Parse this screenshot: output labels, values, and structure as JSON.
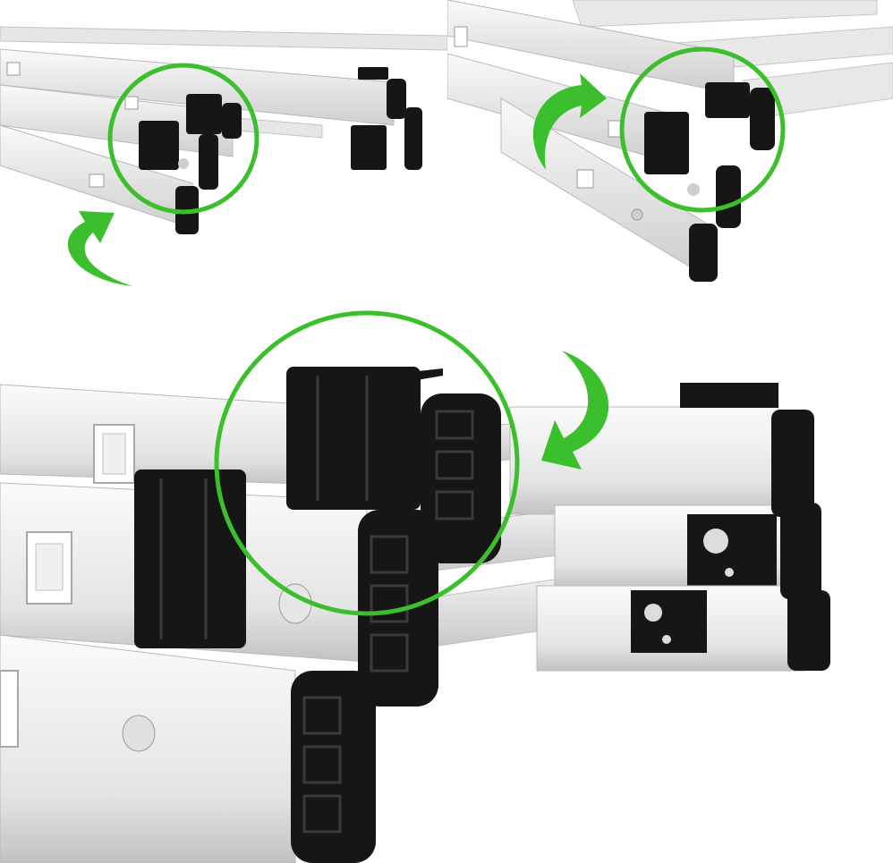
{
  "image": {
    "panels": [
      {
        "name": "top-left-detail",
        "highlight": "circle",
        "arrow": "curved-up-right"
      },
      {
        "name": "top-right-detail",
        "highlight": "circle",
        "arrow": "curved-right"
      },
      {
        "name": "main-closeup",
        "highlight": "circle",
        "arrow": "curved-down-left"
      }
    ]
  },
  "colors": {
    "accent_green": "#3cbf2c",
    "rubber_black": "#161616",
    "aluminium_light": "#f2f2f2",
    "aluminium_mid": "#dcdcdc",
    "aluminium_shadow": "#bdbdbd",
    "background": "#ffffff"
  }
}
